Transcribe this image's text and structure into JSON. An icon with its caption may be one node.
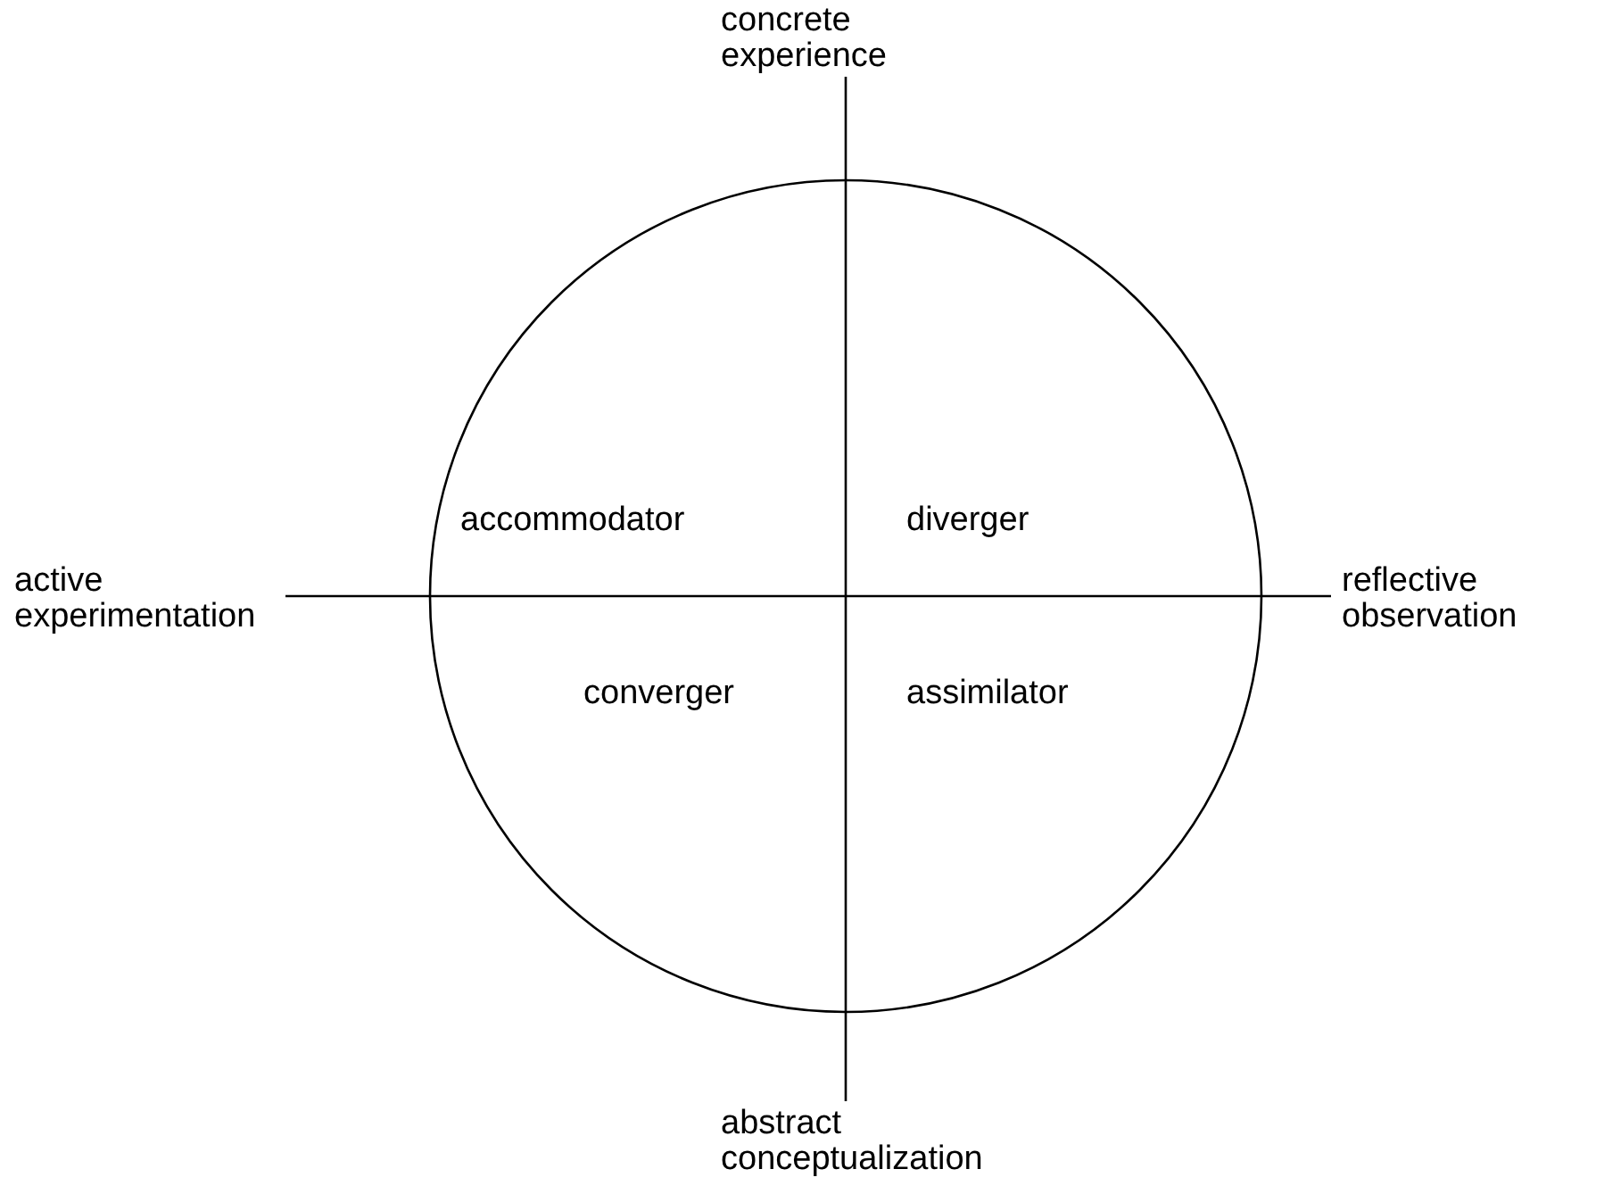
{
  "diagram": {
    "nodes": [
      {
        "text": [
          "concrete experience"
        ]
      },
      {
        "text": [
          "active experimentation"
        ]
      },
      {
        "text": [
          "reflective observation"
        ]
      },
      {
        "text": [
          "abstract conceptualization"
        ]
      }
    ],
    "edges": [
      {
        "from": 0,
        "to": 3,
        "arrow": "none"
      },
      {
        "from": 1,
        "to": 2,
        "arrow": "none"
      }
    ],
    "labels": [
      "accommodator",
      "diverger",
      "converger",
      "assimilator"
    ]
  }
}
